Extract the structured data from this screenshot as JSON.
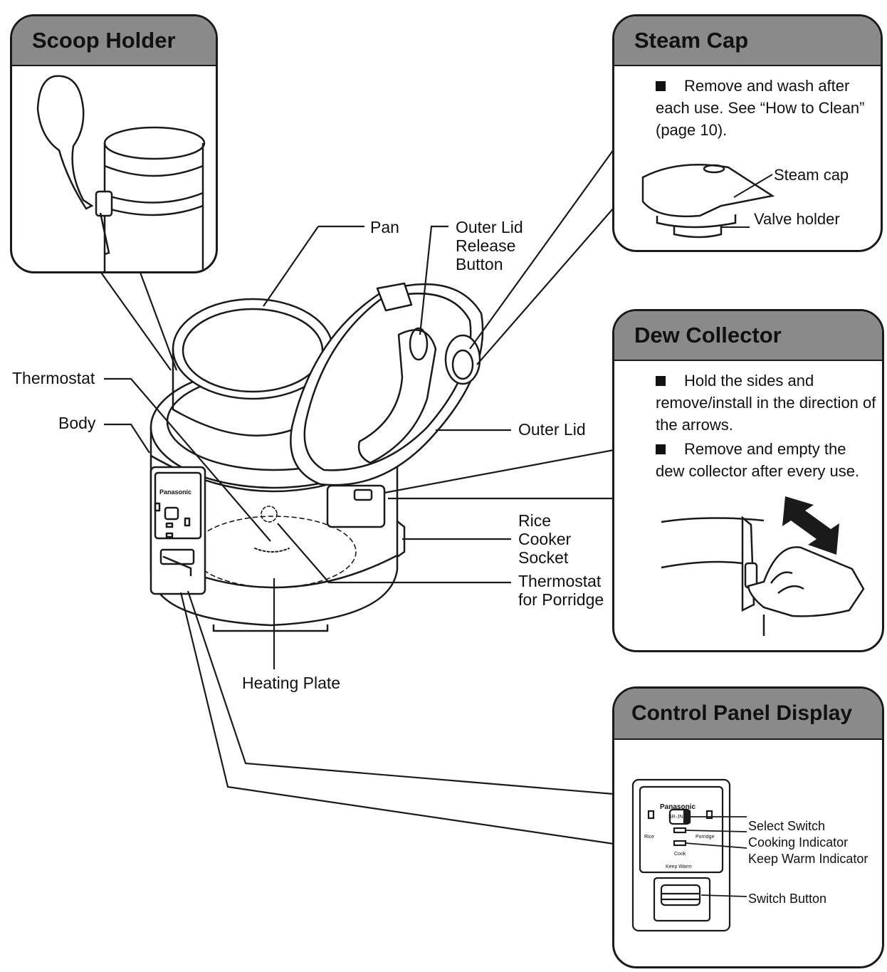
{
  "panels": {
    "scoop_holder": {
      "title": "Scoop Holder"
    },
    "steam_cap": {
      "title": "Steam Cap",
      "text": "Remove and wash after each use. See “How to Clean” (page 10).",
      "labels": {
        "steam_cap": "Steam cap",
        "valve_holder": "Valve holder"
      }
    },
    "dew_collector": {
      "title": "Dew Collector",
      "bullet1": "Hold the sides and remove/install in the direction of the arrows.",
      "bullet2": "Remove and empty the dew collector after every use."
    },
    "control_panel": {
      "title": "Control Panel Display",
      "brand": "Panasonic",
      "model": "SR-JN",
      "mini": {
        "rice": "Rice",
        "porridge": "Porridge",
        "cook": "Cook",
        "keep_warm": "Keep Warm"
      },
      "labels": {
        "select_switch": "Select Switch",
        "cooking_indicator": "Cooking Indicator",
        "keep_warm_indicator": "Keep Warm Indicator",
        "switch_button": "Switch Button"
      }
    }
  },
  "callouts": {
    "pan": "Pan",
    "outer_lid_release_1": "Outer Lid",
    "outer_lid_release_2": "Release",
    "outer_lid_release_3": "Button",
    "thermostat": "Thermostat",
    "body": "Body",
    "outer_lid": "Outer Lid",
    "socket_1": "Rice",
    "socket_2": "Cooker",
    "socket_3": "Socket",
    "porridge_1": "Thermostat",
    "porridge_2": "for Porridge",
    "heating_plate": "Heating Plate"
  },
  "body_brand": "Panasonic"
}
